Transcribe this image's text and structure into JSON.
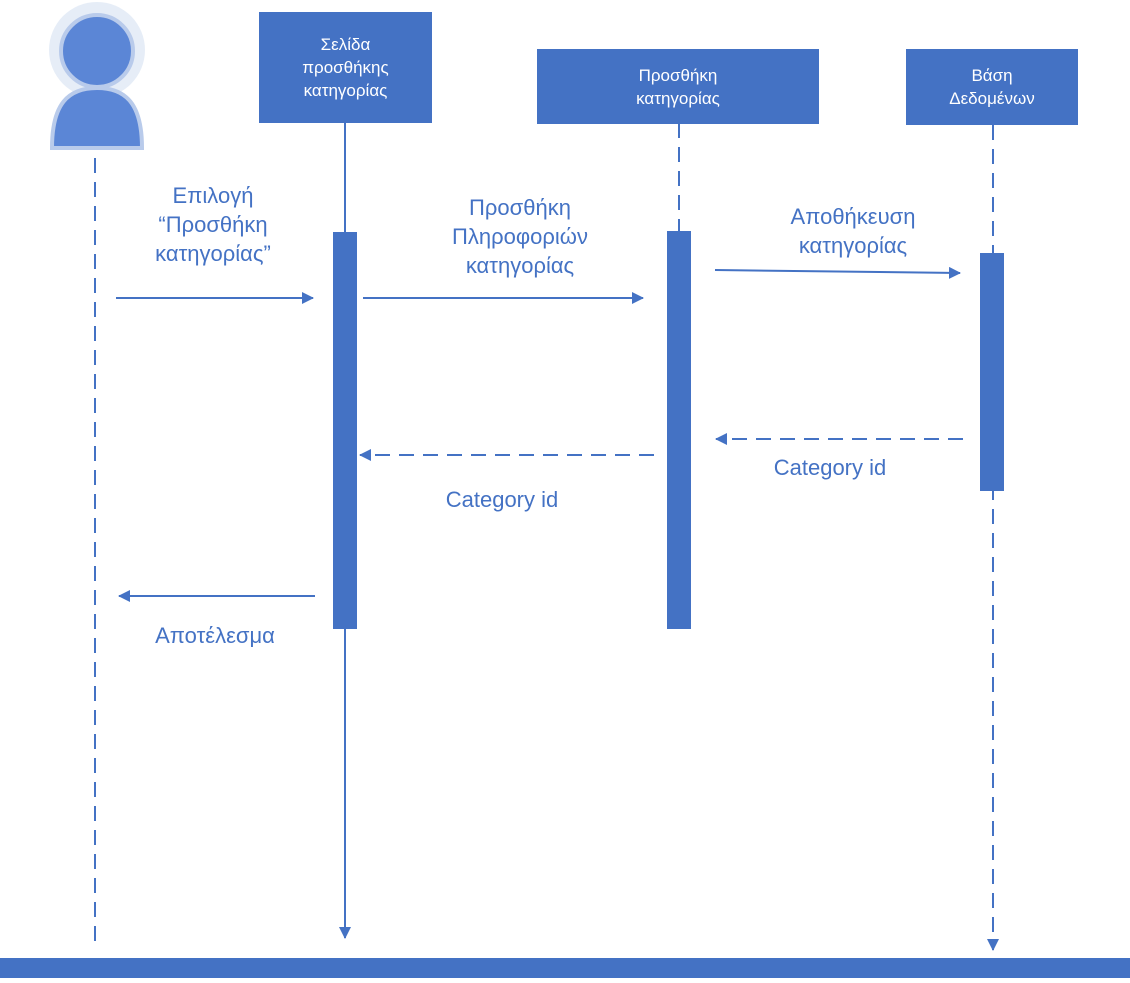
{
  "diagram": {
    "type": "sequence-diagram",
    "colors": {
      "primary": "#4472c4",
      "actor_fill": "#5b86d6",
      "actor_glow": "#b9cbeb",
      "text_on_box": "#ffffff"
    },
    "actor": {
      "icon": "user-icon"
    },
    "lifelines": [
      {
        "label": "Σελίδα\nπροσθήκης\nκατηγορίας"
      },
      {
        "label": "Προσθήκη\nκατηγορίας"
      },
      {
        "label": "Βάση\nΔεδομένων"
      }
    ],
    "messages": [
      {
        "label": "Επιλογή\n“Προσθήκη\nκατηγορίας”",
        "from": "user",
        "to": "Σελίδα προσθήκης κατηγορίας",
        "style": "solid"
      },
      {
        "label": "Προσθήκη\nΠληροφοριών\nκατηγορίας",
        "from": "Σελίδα προσθήκης κατηγορίας",
        "to": "Προσθήκη κατηγορίας",
        "style": "solid"
      },
      {
        "label": "Αποθήκευση\nκατηγορίας",
        "from": "Προσθήκη κατηγορίας",
        "to": "Βάση Δεδομένων",
        "style": "solid"
      },
      {
        "label": "Category id",
        "from": "Βάση Δεδομένων",
        "to": "Προσθήκη κατηγορίας",
        "style": "dashed"
      },
      {
        "label": "Category id",
        "from": "Προσθήκη κατηγορίας",
        "to": "Σελίδα προσθήκης κατηγορίας",
        "style": "dashed"
      },
      {
        "label": "Αποτέλεσμα",
        "from": "Σελίδα προσθήκης κατηγορίας",
        "to": "user",
        "style": "solid"
      }
    ]
  }
}
